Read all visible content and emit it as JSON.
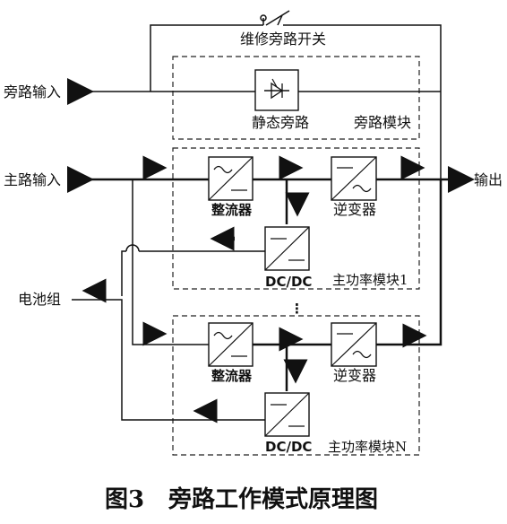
{
  "labels": {
    "maint_switch": "维修旁路开关",
    "bypass_input": "旁路输入",
    "static_bypass": "静态旁路",
    "bypass_module": "旁路模块",
    "mains_input": "主路输入",
    "output": "输出",
    "rectifier": "整流器",
    "inverter": "逆变器",
    "dcdc": "DC/DC",
    "power_module_1": "主功率模块1",
    "power_module_n": "主功率模块N",
    "battery": "电池组",
    "ellipsis": "⋮"
  },
  "caption": {
    "figure_no": "图3",
    "title": "旁路工作模式原理图"
  },
  "icons": [
    "static-switch-icon",
    "rectifier-icon",
    "inverter-icon",
    "dcdc-icon",
    "flow-arrow-icon"
  ]
}
